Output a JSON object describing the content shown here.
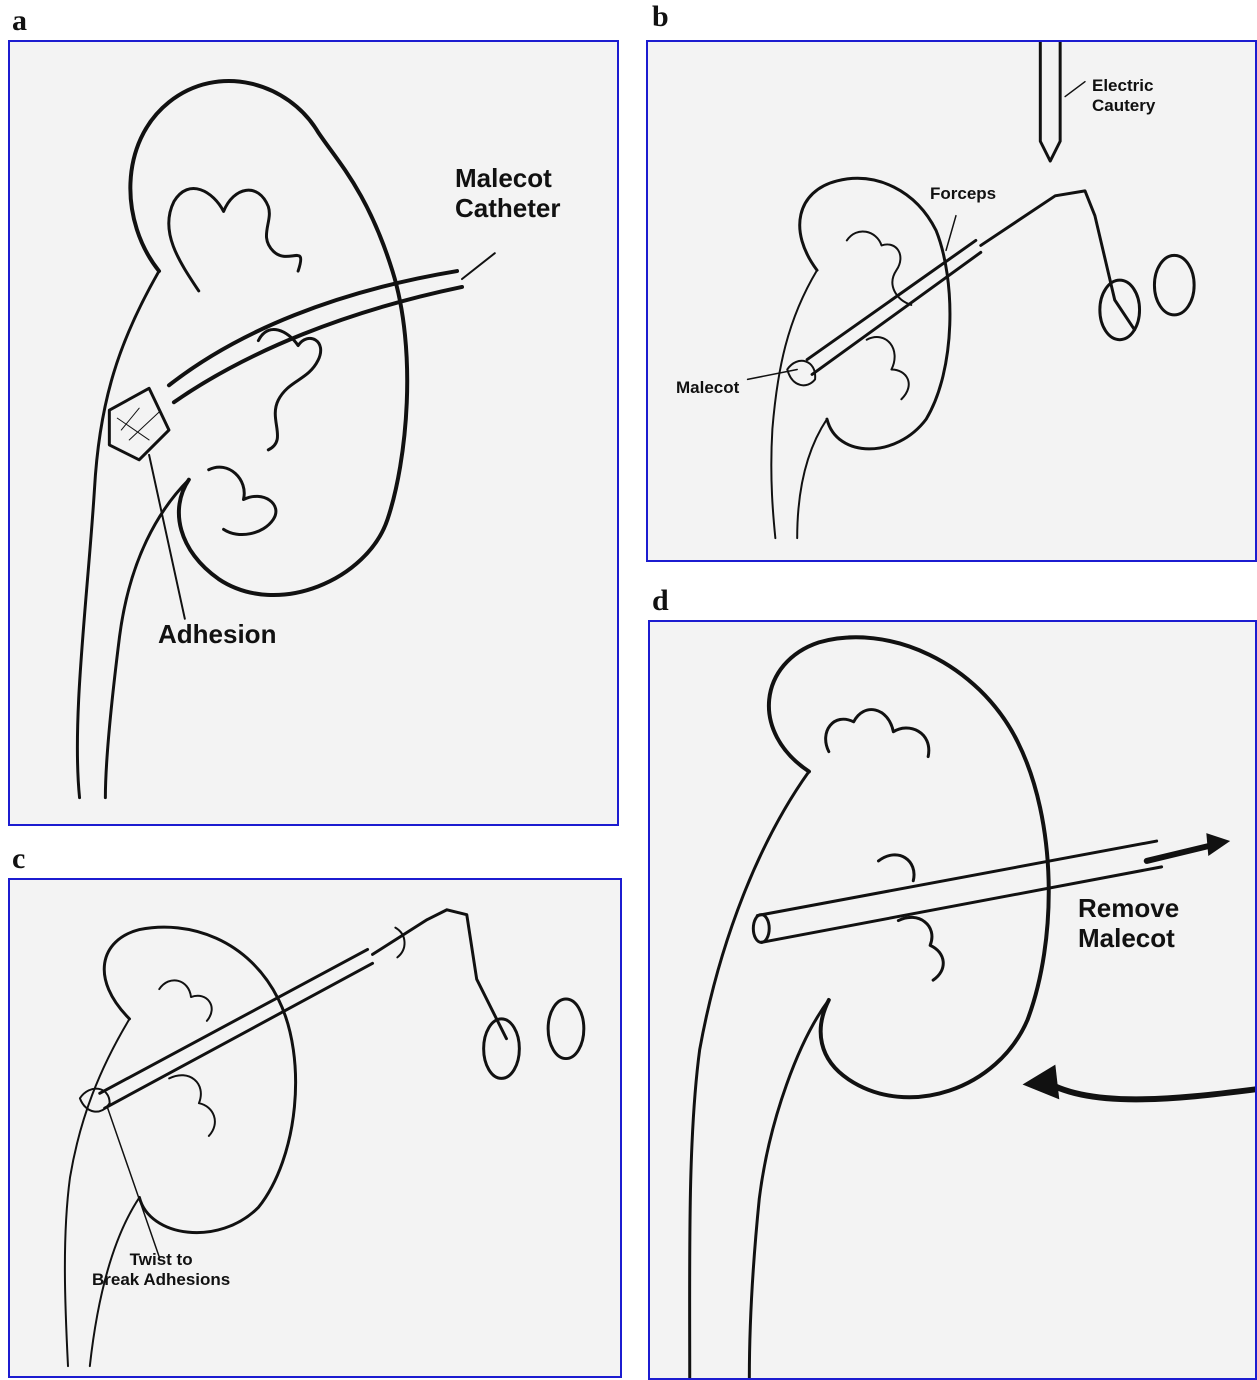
{
  "panels": {
    "a": {
      "letter": "a",
      "labels": {
        "catheter": "Malecot\nCatheter",
        "adhesion": "Adhesion"
      }
    },
    "b": {
      "letter": "b",
      "labels": {
        "cautery": "Electric\nCautery",
        "forceps": "Forceps",
        "malecot": "Malecot"
      }
    },
    "c": {
      "letter": "c",
      "labels": {
        "twist": "Twist to\nBreak Adhesions"
      }
    },
    "d": {
      "letter": "d",
      "labels": {
        "remove": "Remove\nMalecot"
      }
    }
  },
  "colors": {
    "frame": "#1c1cd0",
    "background": "#f3f3f3",
    "ink": "#111111"
  }
}
